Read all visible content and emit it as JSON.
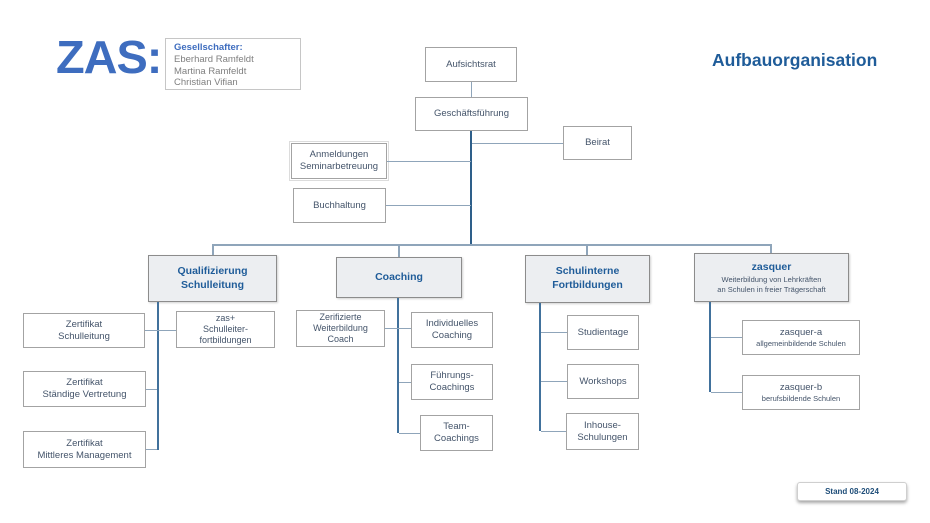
{
  "page_title": "Aufbauorganisation",
  "logo_text": "ZAS:",
  "gesellschafter": {
    "heading": "Gesellschafter:",
    "names": "Eberhard Ramfeldt\nMartina Ramfeldt\nChristian Vifian"
  },
  "org": {
    "aufsichtsrat": "Aufsichtsrat",
    "geschaeftsfuehrung": "Geschäftsführung",
    "beirat": "Beirat",
    "anmeldungen": "Anmeldungen\nSeminarbetreuung",
    "buchhaltung": "Buchhaltung"
  },
  "columns": {
    "qualifizierung": {
      "header": "Qualifizierung\nSchulleitung",
      "zert_schulleitung": "Zertifikat\nSchulleitung",
      "zert_staendige": "Zertifikat\nStändige Vertretung",
      "zert_mittleres": "Zertifikat\nMittleres Management",
      "zas_plus": "zas+\nSchulleiter-\nfortbildungen"
    },
    "coaching": {
      "header": "Coaching",
      "zerifizierte": "Zerifizierte\nWeiterbildung\nCoach",
      "individuelles": "Individuelles\nCoaching",
      "fuehrungs": "Führungs-\nCoachings",
      "team": "Team-\nCoachings"
    },
    "schulinterne": {
      "header": "Schulinterne\nFortbildungen",
      "studientage": "Studientage",
      "workshops": "Workshops",
      "inhouse": "Inhouse-\nSchulungen"
    },
    "zasquer": {
      "header_title": "zasquer",
      "header_subtitle": "Weiterbildung von Lehrkräften\nan Schulen in freier Trägerschaft",
      "zasquer_a_title": "zasquer-a",
      "zasquer_a_subtitle": "allgemeinbildende Schulen",
      "zasquer_b_title": "zasquer-b",
      "zasquer_b_subtitle": "berufsbildende Schulen"
    }
  },
  "footer": {
    "stand": "Stand 08-2024"
  },
  "colors": {
    "brand_blue": "#3e6dbf",
    "title_blue": "#1f5c99",
    "box_text": "#44546a",
    "header_fill": "#eceef1",
    "connector_dark": "#2e5f8a",
    "connector_steel": "#41719c",
    "connector_light": "#8fa5ba"
  }
}
